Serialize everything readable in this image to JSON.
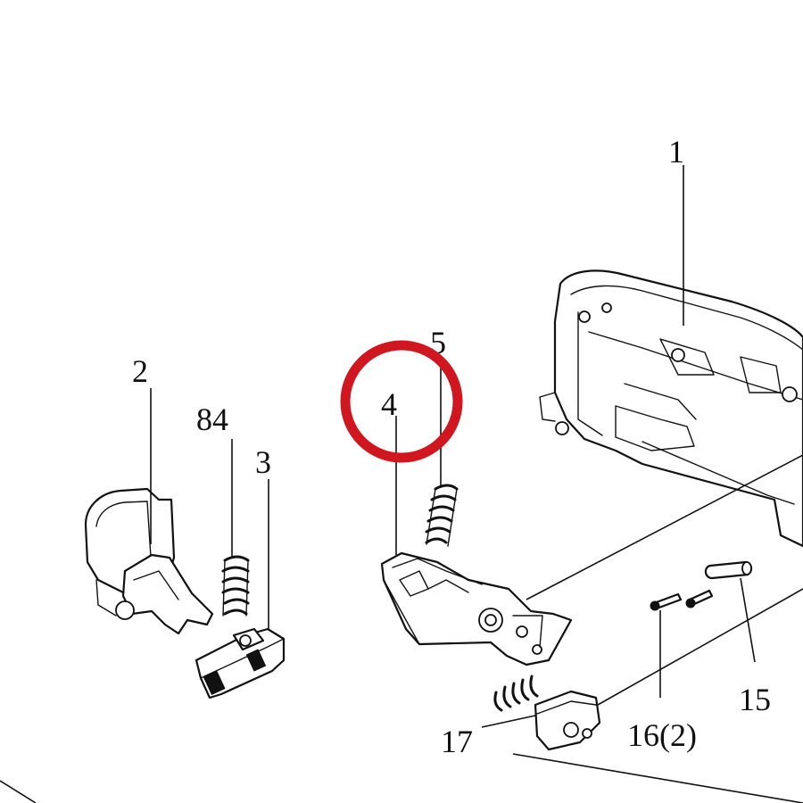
{
  "callouts": [
    {
      "id": "1",
      "text": "1"
    },
    {
      "id": "2",
      "text": "2"
    },
    {
      "id": "84",
      "text": "84"
    },
    {
      "id": "3",
      "text": "3"
    },
    {
      "id": "4",
      "text": "4"
    },
    {
      "id": "5",
      "text": "5"
    },
    {
      "id": "15",
      "text": "15"
    },
    {
      "id": "16",
      "text": "16(2)"
    },
    {
      "id": "17",
      "text": "17"
    }
  ],
  "highlight": {
    "target": "4",
    "color": "#d0161f"
  }
}
